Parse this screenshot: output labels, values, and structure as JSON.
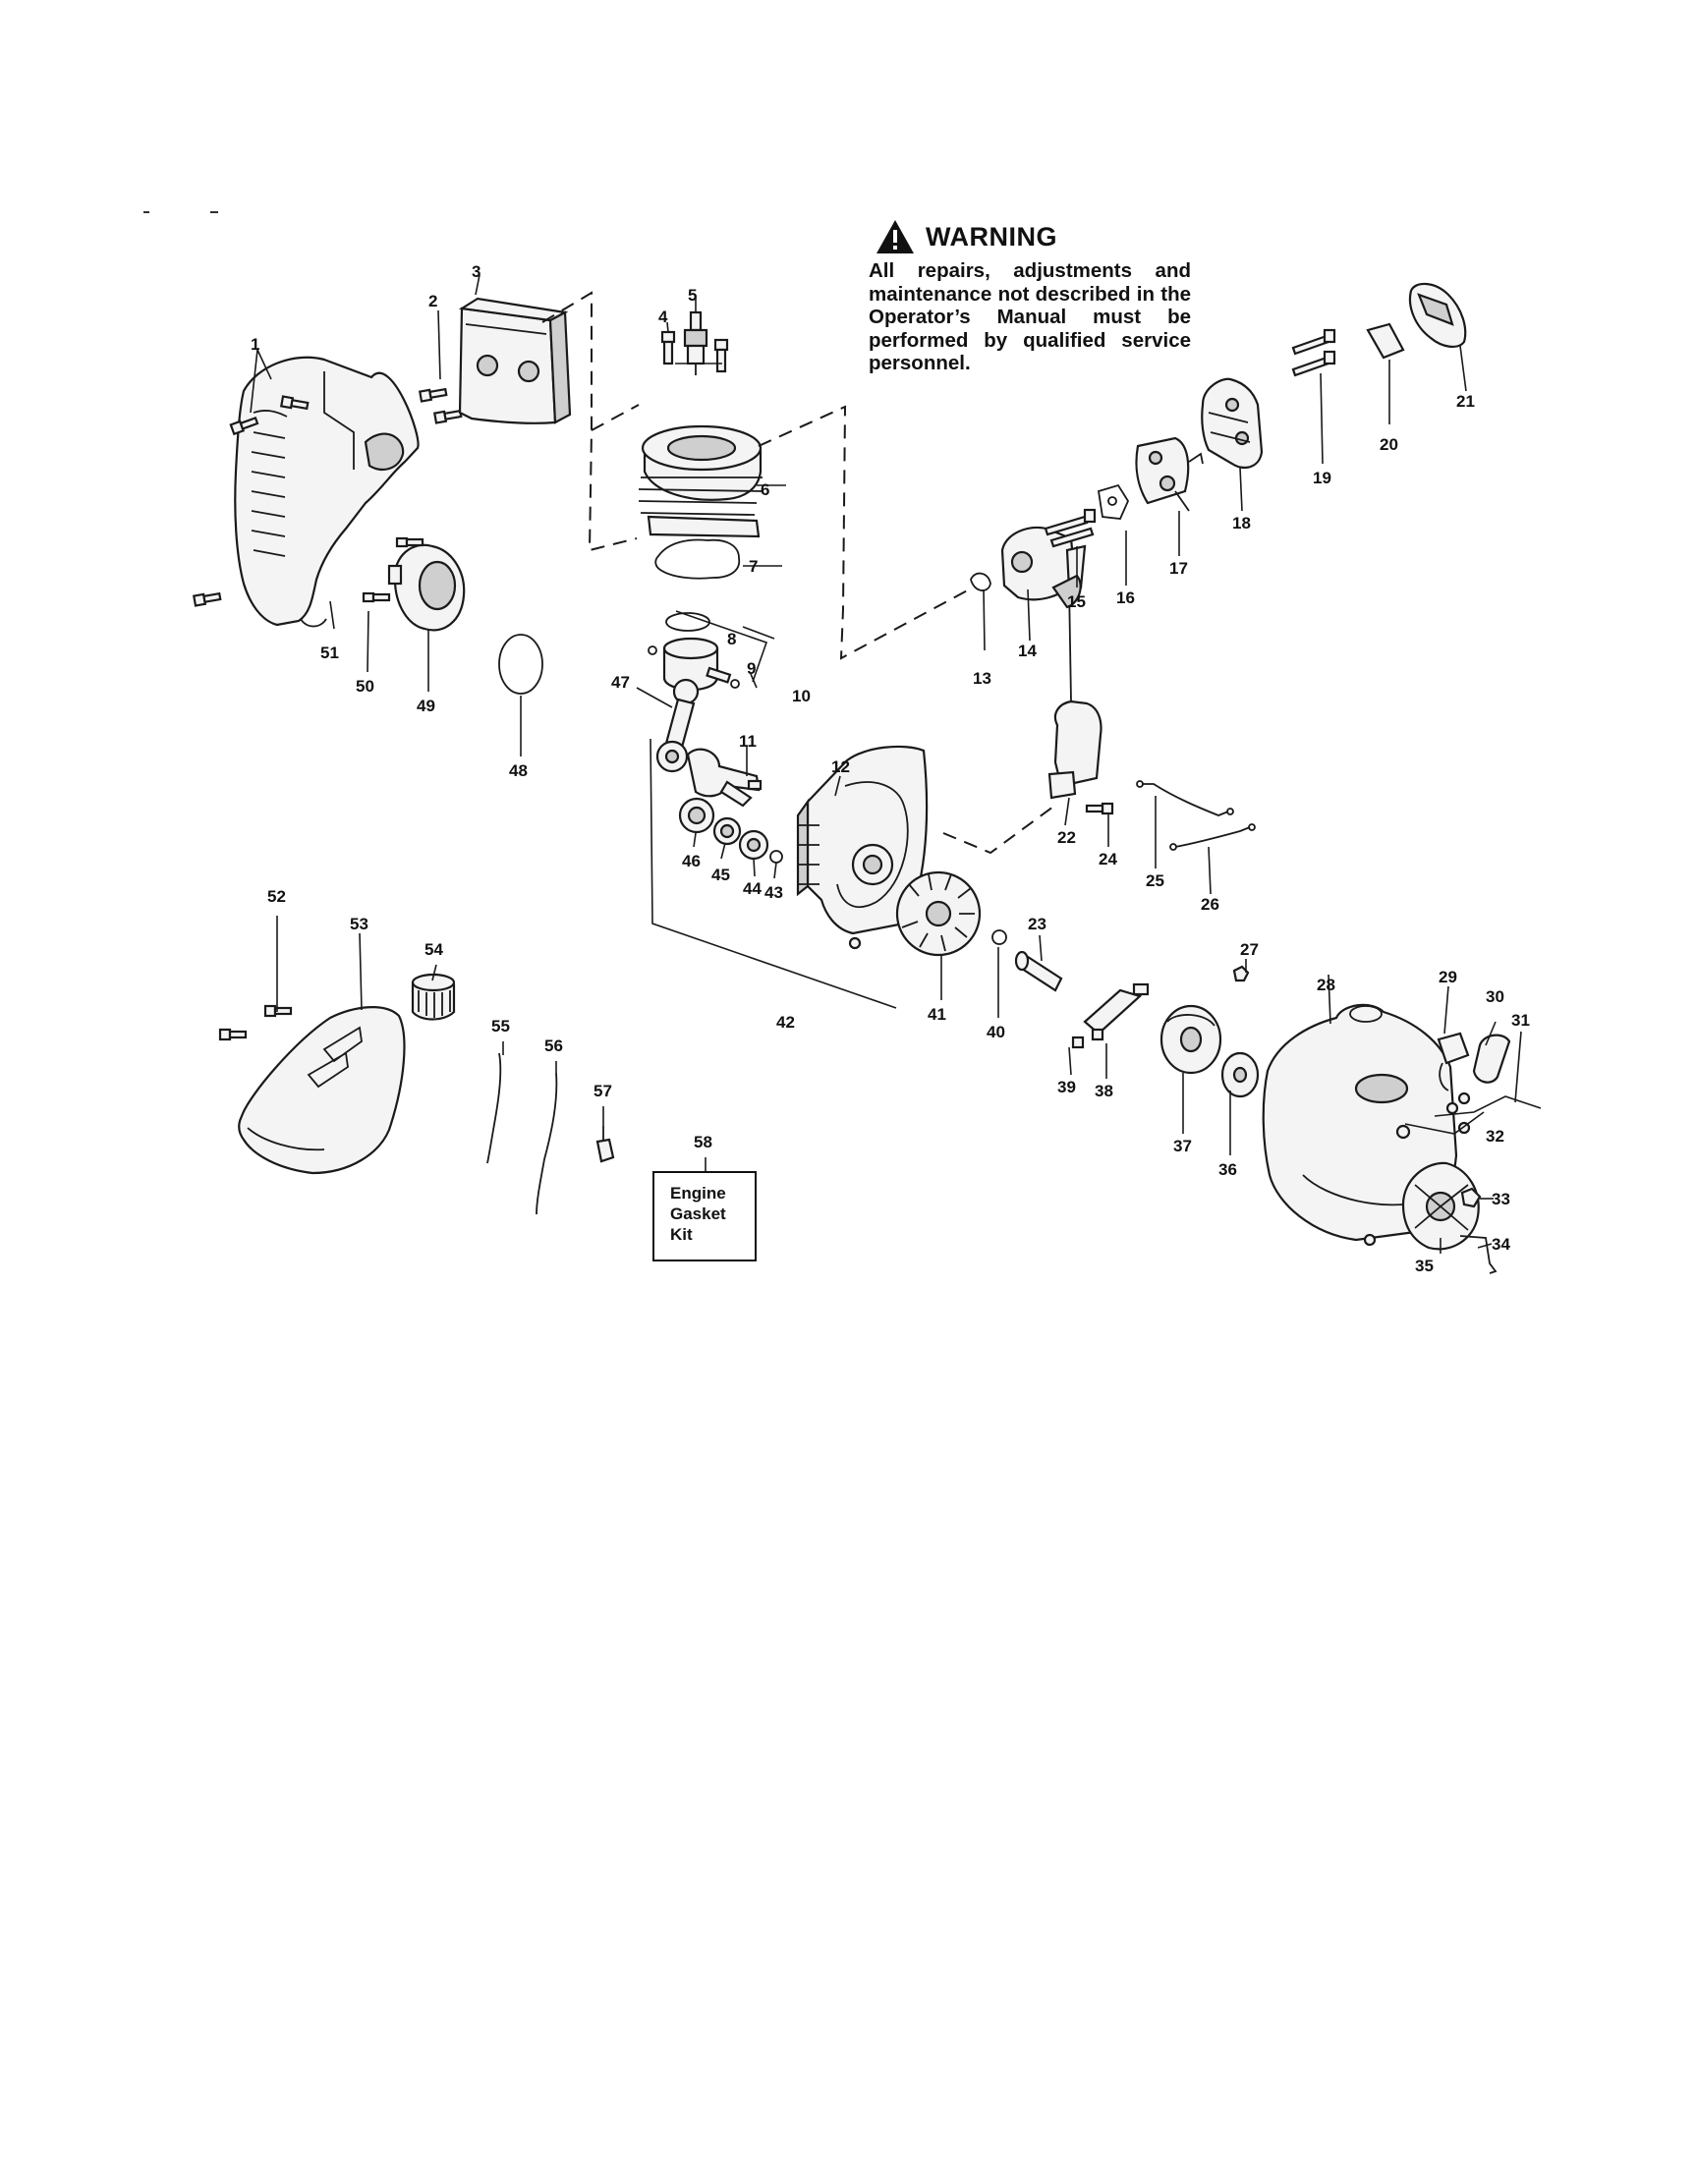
{
  "warning": {
    "title": "WARNING",
    "text": "All repairs, adjustments and maintenance not described in the Operator’s Manual must be performed by qualified service personnel."
  },
  "kit_box": {
    "lines": [
      "Engine",
      "Gasket",
      "Kit"
    ]
  },
  "callouts": [
    "1",
    "2",
    "3",
    "4",
    "5",
    "6",
    "7",
    "8",
    "9",
    "10",
    "11",
    "12",
    "13",
    "14",
    "15",
    "16",
    "17",
    "18",
    "19",
    "20",
    "21",
    "22",
    "23",
    "24",
    "25",
    "26",
    "27",
    "28",
    "29",
    "30",
    "31",
    "32",
    "33",
    "34",
    "35",
    "36",
    "37",
    "38",
    "39",
    "40",
    "41",
    "42",
    "43",
    "44",
    "45",
    "46",
    "47",
    "48",
    "49",
    "50",
    "51",
    "52",
    "53",
    "54",
    "55",
    "56",
    "57",
    "58"
  ],
  "icons": {
    "warning": "warning-triangle-icon"
  }
}
